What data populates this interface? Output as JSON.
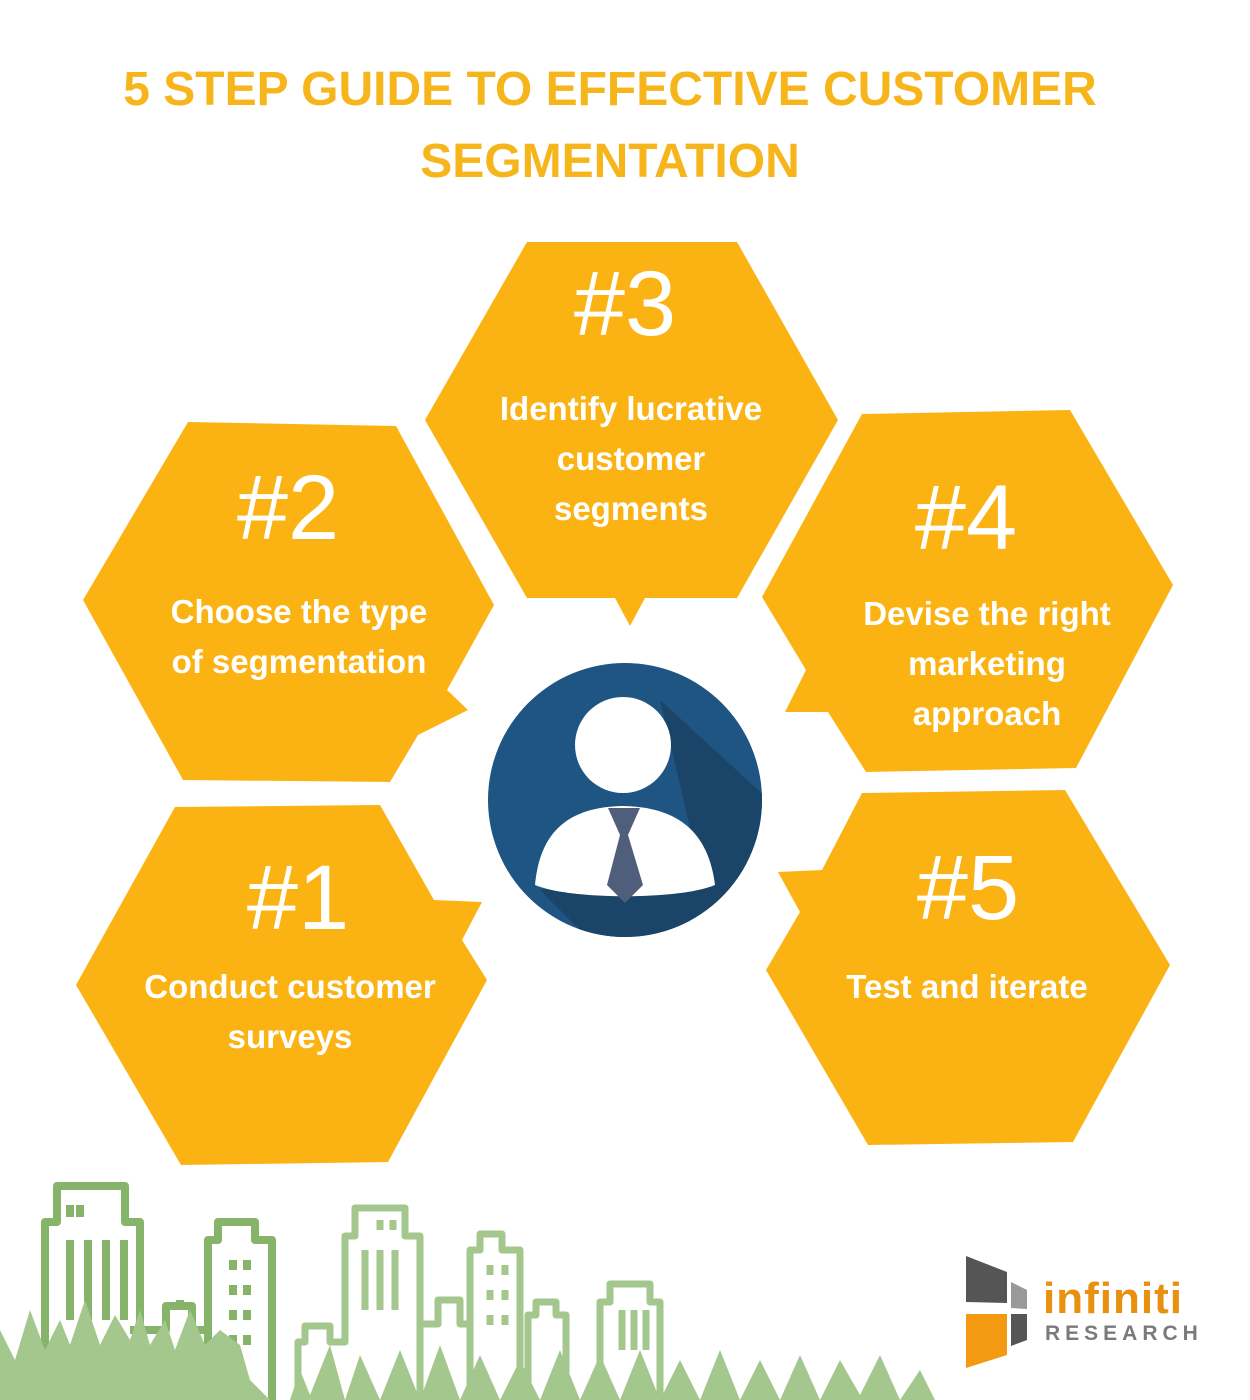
{
  "title": {
    "line1": "5 STEP GUIDE TO EFFECTIVE CUSTOMER",
    "line2": "SEGMENTATION"
  },
  "steps": [
    {
      "number": "#1",
      "text": [
        "Conduct customer",
        "surveys"
      ]
    },
    {
      "number": "#2",
      "text": [
        "Choose the type",
        "of segmentation"
      ]
    },
    {
      "number": "#3",
      "text": [
        "Identify lucrative",
        "customer",
        "segments"
      ]
    },
    {
      "number": "#4",
      "text": [
        "Devise the right",
        "marketing",
        "approach"
      ]
    },
    {
      "number": "#5",
      "text": [
        "Test and iterate"
      ]
    }
  ],
  "logo": {
    "word": "infiniti",
    "sub": "RESEARCH"
  },
  "colors": {
    "accent": "#FBB313",
    "title": "#F7B51C",
    "circle": "#1F5582",
    "grass": "#A3C78C",
    "building": "#86B46A"
  }
}
